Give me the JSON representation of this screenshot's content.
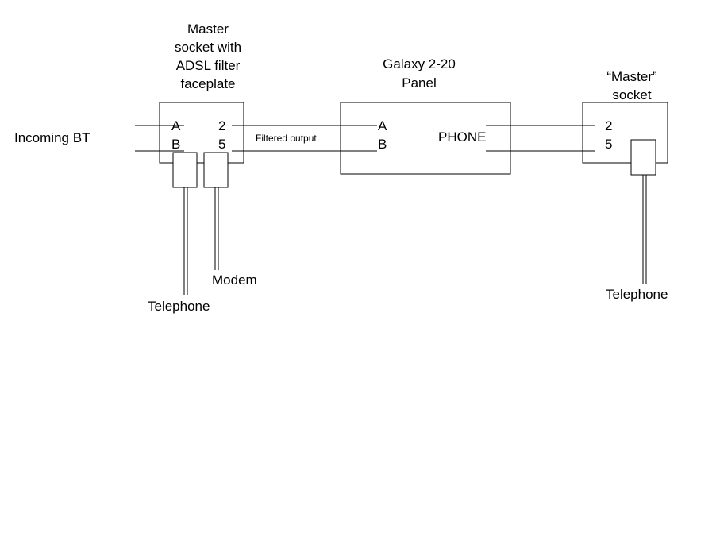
{
  "incoming": "Incoming BT",
  "master_socket": {
    "title": [
      "Master",
      "socket with",
      "ADSL filter",
      "faceplate"
    ],
    "terminal_a": "A",
    "terminal_b": "B",
    "terminal_2": "2",
    "terminal_5": "5"
  },
  "filtered_output": "Filtered output",
  "panel": {
    "title": [
      "Galaxy 2-20",
      "Panel"
    ],
    "terminal_a": "A",
    "terminal_b": "B",
    "phone": "PHONE"
  },
  "extension_socket": {
    "title": [
      "“Master”",
      "socket"
    ],
    "terminal_2": "2",
    "terminal_5": "5"
  },
  "devices": {
    "telephone_left": "Telephone",
    "modem": "Modem",
    "telephone_right": "Telephone"
  }
}
